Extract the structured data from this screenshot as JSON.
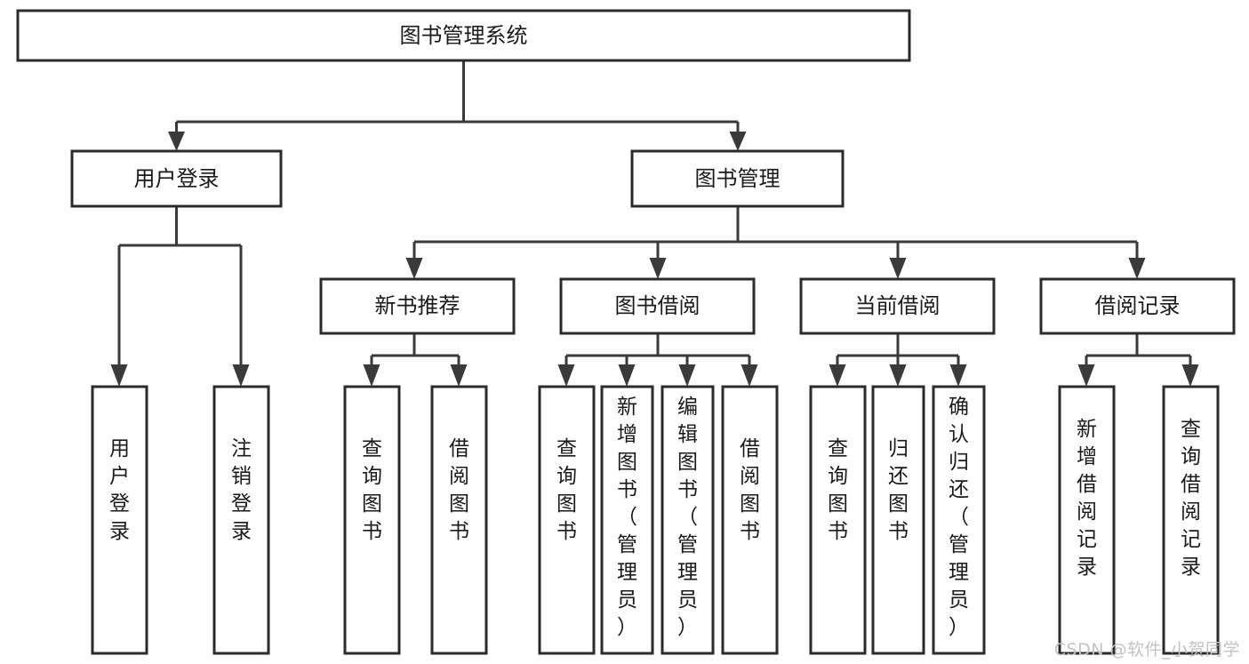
{
  "diagram": {
    "title": "图书管理系统",
    "type": "tree-hierarchy-chart",
    "watermark": "CSDN @软件_小贺同学"
  },
  "nodes": {
    "root": {
      "label": "图书管理系统"
    },
    "level2": [
      {
        "label": "用户登录"
      },
      {
        "label": "图书管理"
      }
    ],
    "level3": [
      {
        "label": "新书推荐"
      },
      {
        "label": "图书借阅"
      },
      {
        "label": "当前借阅"
      },
      {
        "label": "借阅记录"
      }
    ],
    "leaves": [
      {
        "label": "用户登录",
        "lines": [
          "用",
          "户",
          "登",
          "录"
        ]
      },
      {
        "label": "注销登录",
        "lines": [
          "注",
          "销",
          "登",
          "录"
        ]
      },
      {
        "label": "查询图书",
        "lines": [
          "查",
          "询",
          "图",
          "书"
        ]
      },
      {
        "label": "借阅图书",
        "lines": [
          "借",
          "阅",
          "图",
          "书"
        ]
      },
      {
        "label": "查询图书",
        "lines": [
          "查",
          "询",
          "图",
          "书"
        ]
      },
      {
        "label": "新增图书（管理员）",
        "lines": [
          "新",
          "增",
          "图",
          "书",
          "（",
          "管",
          "理",
          "员",
          "）"
        ]
      },
      {
        "label": "编辑图书（管理员）",
        "lines": [
          "编",
          "辑",
          "图",
          "书",
          "（",
          "管",
          "理",
          "员",
          "）"
        ]
      },
      {
        "label": "借阅图书",
        "lines": [
          "借",
          "阅",
          "图",
          "书"
        ]
      },
      {
        "label": "查询图书",
        "lines": [
          "查",
          "询",
          "图",
          "书"
        ]
      },
      {
        "label": "归还图书",
        "lines": [
          "归",
          "还",
          "图",
          "书"
        ]
      },
      {
        "label": "确认归还（管理员）",
        "lines": [
          "确",
          "认",
          "归",
          "还",
          "（",
          "管",
          "理",
          "员",
          "）"
        ]
      },
      {
        "label": "新增借阅记录",
        "lines": [
          "新",
          "增",
          "借",
          "阅",
          "记",
          "录"
        ]
      },
      {
        "label": "查询借阅记录",
        "lines": [
          "查",
          "询",
          "借",
          "阅",
          "记",
          "录"
        ]
      }
    ]
  },
  "chart_data": {
    "type": "table",
    "title": "图书管理系统 功能结构图",
    "hierarchy": {
      "name": "图书管理系统",
      "children": [
        {
          "name": "用户登录",
          "children": [
            {
              "name": "用户登录"
            },
            {
              "name": "注销登录"
            }
          ]
        },
        {
          "name": "图书管理",
          "children": [
            {
              "name": "新书推荐",
              "children": [
                {
                  "name": "查询图书"
                },
                {
                  "name": "借阅图书"
                }
              ]
            },
            {
              "name": "图书借阅",
              "children": [
                {
                  "name": "查询图书"
                },
                {
                  "name": "新增图书（管理员）"
                },
                {
                  "name": "编辑图书（管理员）"
                },
                {
                  "name": "借阅图书"
                }
              ]
            },
            {
              "name": "当前借阅",
              "children": [
                {
                  "name": "查询图书"
                },
                {
                  "name": "归还图书"
                },
                {
                  "name": "确认归还（管理员）"
                }
              ]
            },
            {
              "name": "借阅记录",
              "children": [
                {
                  "name": "新增借阅记录"
                },
                {
                  "name": "查询借阅记录"
                }
              ]
            }
          ]
        }
      ]
    }
  },
  "colors": {
    "box_stroke": "#2b2b2b",
    "connector": "#3a3a3a",
    "background": "#ffffff",
    "text": "#1a1a1a",
    "watermark": "#c3c3c3"
  }
}
